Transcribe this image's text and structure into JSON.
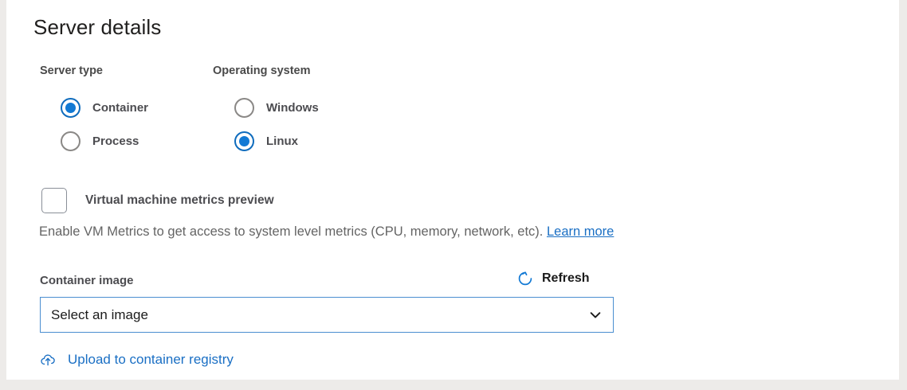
{
  "panel": {
    "title": "Server details"
  },
  "server_type": {
    "label": "Server type",
    "options": [
      {
        "label": "Container",
        "selected": true
      },
      {
        "label": "Process",
        "selected": false
      }
    ]
  },
  "operating_system": {
    "label": "Operating system",
    "options": [
      {
        "label": "Windows",
        "selected": false
      },
      {
        "label": "Linux",
        "selected": true
      }
    ]
  },
  "vm_metrics": {
    "checkbox_label": "Virtual machine metrics preview",
    "checked": false,
    "helper_text": "Enable VM Metrics to get access to system level metrics (CPU, memory, network, etc).",
    "learn_more_label": "Learn more"
  },
  "container_image": {
    "label": "Container image",
    "refresh_label": "Refresh",
    "refresh_icon": "refresh-icon",
    "select_value": "Select an image",
    "chevron_icon": "chevron-down-icon",
    "upload_label": "Upload to container registry",
    "upload_icon": "cloud-upload-icon"
  },
  "colors": {
    "accent_blue": "#1279d4",
    "link_blue": "#1a6fc4",
    "border_blue": "#4a8ed0",
    "label_gray": "#4c4c50",
    "helper_gray": "#646464",
    "page_background": "#edebe9",
    "card_background": "#ffffff"
  }
}
